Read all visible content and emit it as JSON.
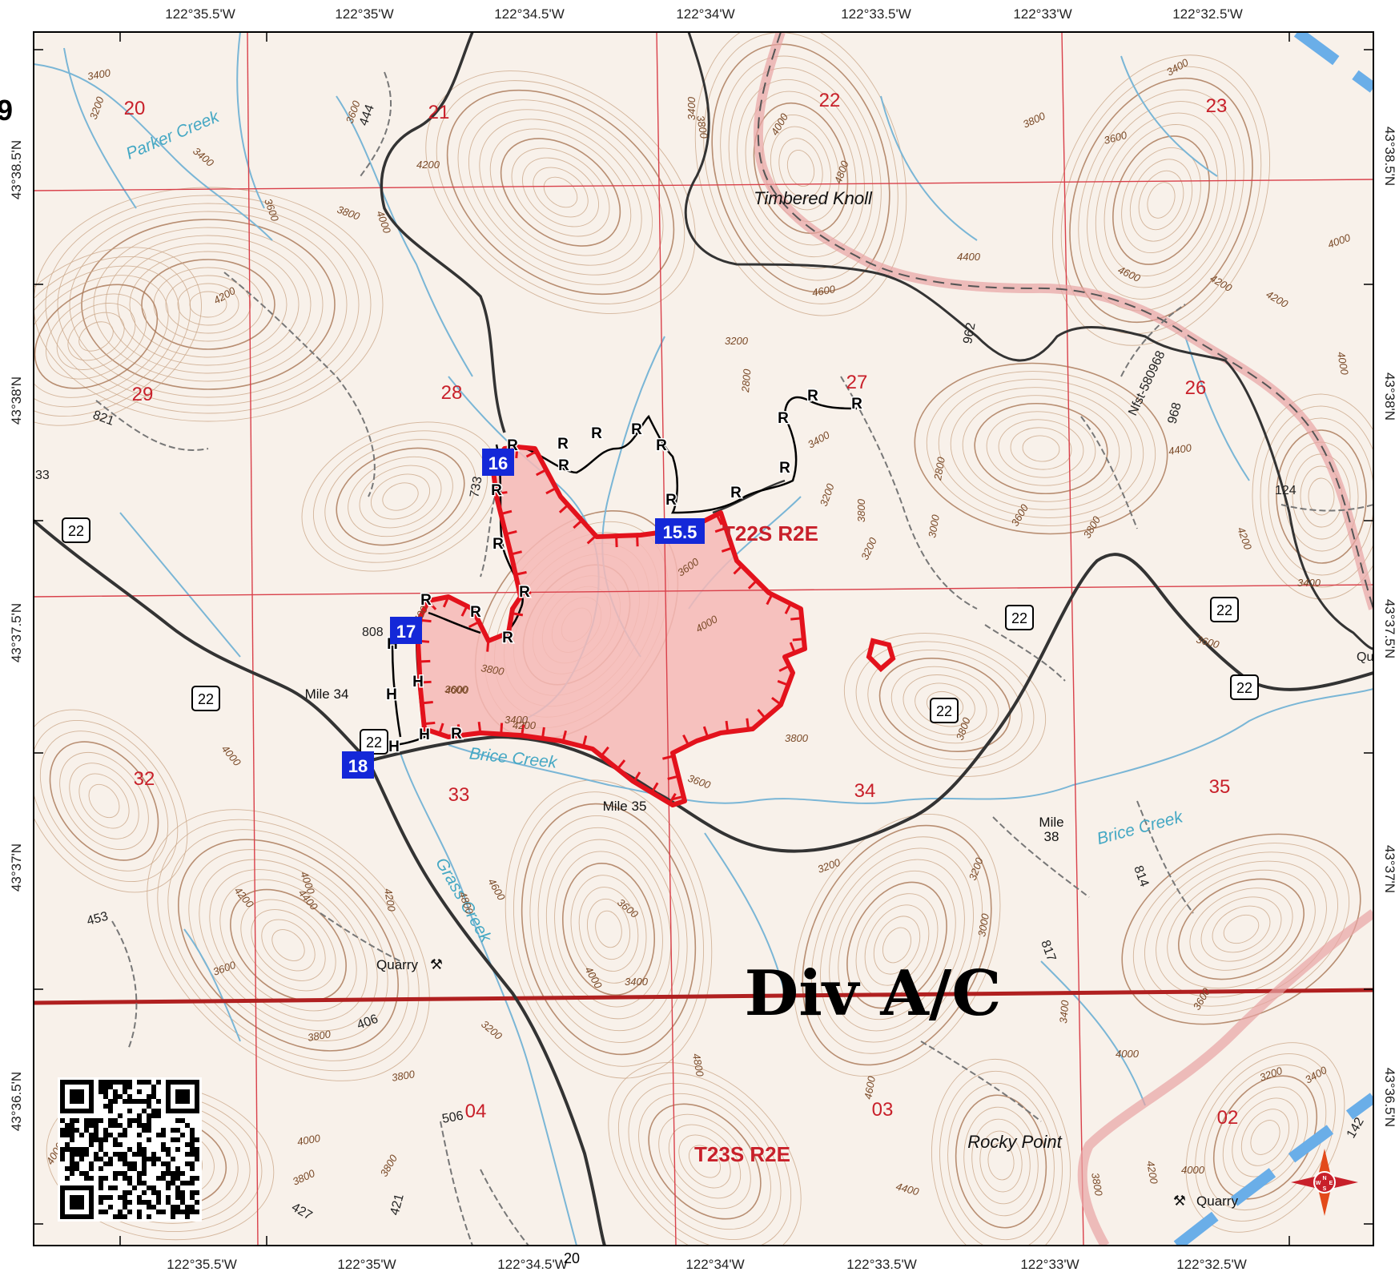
{
  "map": {
    "colors": {
      "background": "#f8f1ea",
      "contour": "#c9a586",
      "contour_index": "#a87654",
      "grid": "#d9404a",
      "fire_perimeter": "#e3121c",
      "fire_fill": "#f6b9b6",
      "stream": "#7ab6d6",
      "road": "#333333",
      "trail": "#777777",
      "pct": "#e8a4a4",
      "river_blue": "#6aaee8",
      "marker_blue": "#1428d8",
      "division_line": "#b02020"
    },
    "longitude_labels_top": [
      "122°35.5'W",
      "122°35'W",
      "122°34.5'W",
      "122°34'W",
      "122°33.5'W",
      "122°33'W",
      "122°32.5'W"
    ],
    "longitude_labels_bottom": [
      "122°35.5'W",
      "122°35'W",
      "122°34.5'W",
      "122°34'W",
      "122°33.5'W",
      "122°33'W",
      "122°32.5'W"
    ],
    "latitude_labels_left": [
      "43°38.5'N",
      "43°38'N",
      "43°37.5'N",
      "43°37'N",
      "43°36.5'N"
    ],
    "latitude_labels_right": [
      "43°38.5'N",
      "43°38'N",
      "43°37.5'N",
      "43°37'N",
      "43°36.5'N"
    ],
    "edge_fragment_left": "9",
    "sections": [
      "20",
      "21",
      "22",
      "23",
      "29",
      "28",
      "27",
      "26",
      "32",
      "33",
      "34",
      "35",
      "04",
      "03",
      "02"
    ],
    "township_labels": [
      "T22S R2E",
      "T23S R2E"
    ],
    "division_label": "Div A/C",
    "place_names": [
      "Timbered Knoll",
      "Rocky Point"
    ],
    "creeks": [
      "Parker Creek",
      "Brice Creek",
      "Brice Creek",
      "Grass Creek"
    ],
    "mile_markers": [
      "Mile 34",
      "Mile 35",
      "Mile\n38"
    ],
    "quarries": [
      "Quarry",
      "Quarry"
    ],
    "highway_shields": [
      "22",
      "22",
      "22",
      "22",
      "22",
      "22",
      "22"
    ],
    "road_numbers": [
      "444",
      "733",
      "808",
      "821",
      "962",
      "968",
      "124",
      "814",
      "817",
      "453",
      "406",
      "506",
      "421",
      "427",
      "142"
    ],
    "route_label": "Nfst-580968",
    "truncated_labels": [
      "33",
      "Qu"
    ],
    "drop_points": [
      "16",
      "15.5",
      "17",
      "18"
    ],
    "contour_labels": [
      "3400",
      "3200",
      "3400",
      "4200",
      "3600",
      "3800",
      "4000",
      "4200",
      "3600",
      "3800",
      "4000",
      "4600",
      "4800",
      "3800",
      "3600",
      "3400",
      "4400",
      "4600",
      "4200",
      "4000",
      "4200",
      "4000",
      "4400",
      "4200",
      "3600",
      "3800",
      "3400",
      "3600",
      "3200",
      "3000",
      "2800",
      "3200",
      "2800",
      "3400",
      "3400",
      "3200",
      "3800",
      "3600",
      "4000",
      "3800",
      "3400",
      "4000",
      "4200",
      "3800",
      "3600",
      "3400",
      "3600",
      "3800",
      "3200",
      "3000",
      "3200",
      "3400",
      "4000",
      "3600",
      "3200",
      "3400",
      "4000",
      "3800",
      "4200",
      "4400",
      "4600",
      "4800",
      "4000",
      "3600",
      "3400",
      "3200",
      "3800",
      "3800",
      "4000",
      "3800",
      "4000",
      "4200",
      "4400",
      "4000",
      "4200",
      "4800",
      "4600",
      "4400",
      "3400",
      "4000",
      "3600",
      "3800",
      "3400"
    ],
    "bottom_center_fragment": "20",
    "legend": {
      "compass_letters": [
        "N",
        "E",
        "S",
        "W"
      ]
    },
    "line_markers": {
      "road_symbol": "R",
      "hand_symbol": "H"
    }
  }
}
